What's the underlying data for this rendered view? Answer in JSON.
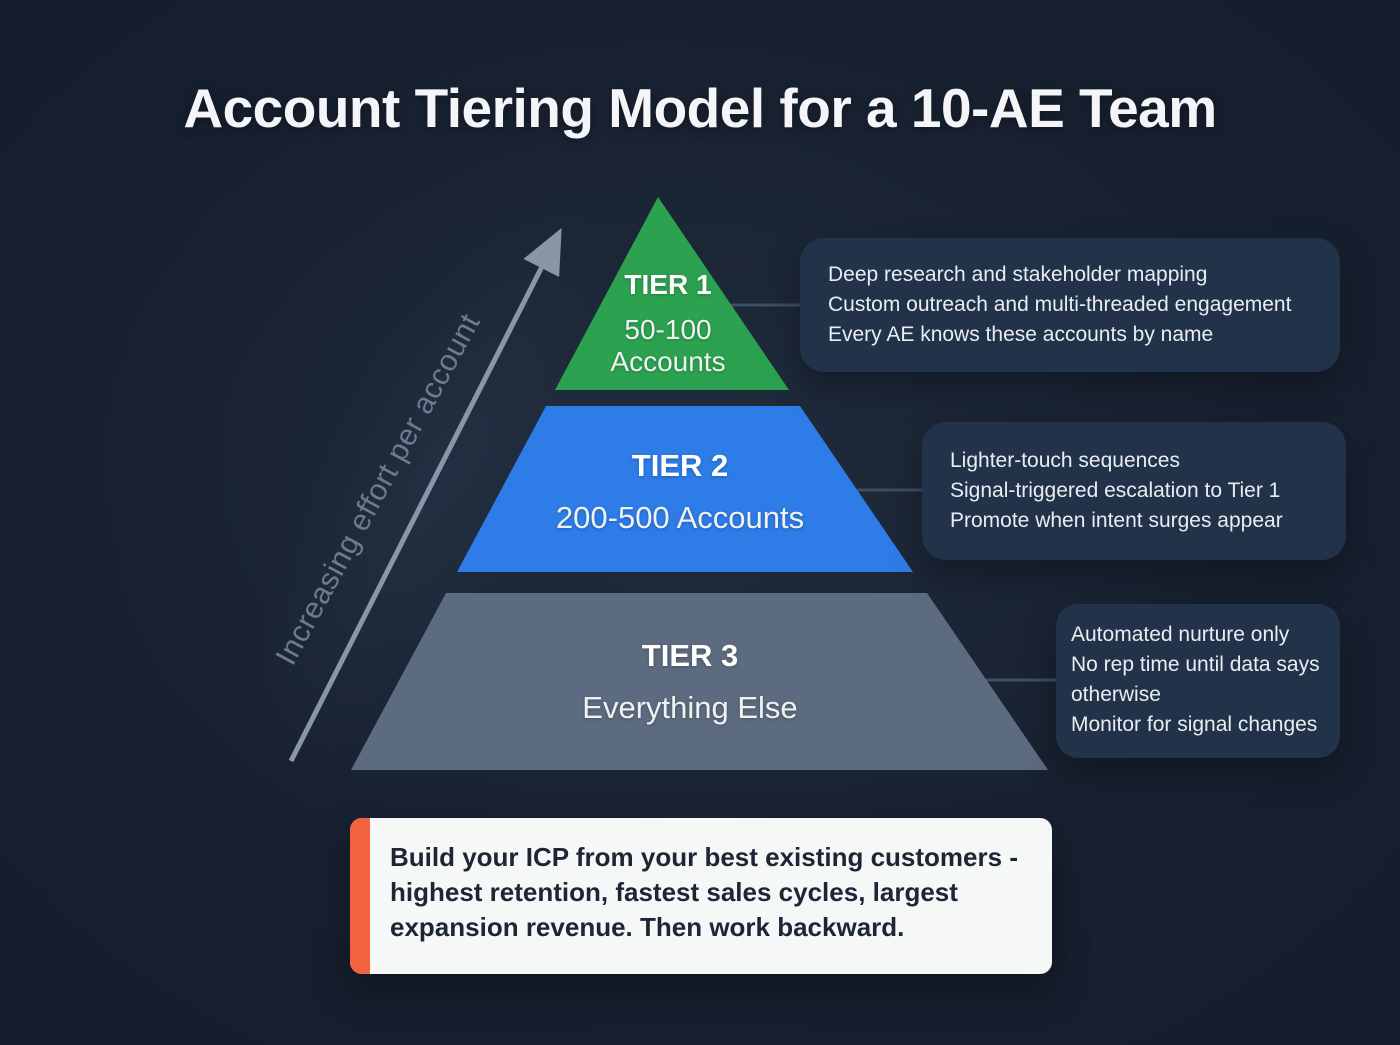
{
  "title": "Account Tiering Model for a 10-AE Team",
  "effort_axis": {
    "label": "Increasing effort per account"
  },
  "pyramid": {
    "tiers": [
      {
        "name": "TIER 1",
        "detail_lines": [
          "50-100",
          "Accounts"
        ],
        "color": "#2ca250"
      },
      {
        "name": "TIER 2",
        "detail_lines": [
          "200-500 Accounts"
        ],
        "color": "#2e7ce8"
      },
      {
        "name": "TIER 3",
        "detail_lines": [
          "Everything Else"
        ],
        "color": "#5d6b80"
      }
    ]
  },
  "callouts": [
    {
      "for_tier": "TIER 1",
      "lines": [
        "Deep research and stakeholder mapping",
        "Custom outreach and multi-threaded engagement",
        "Every AE knows these accounts by name"
      ]
    },
    {
      "for_tier": "TIER 2",
      "lines": [
        "Lighter-touch sequences",
        "Signal-triggered escalation to Tier 1",
        "Promote when intent surges appear"
      ]
    },
    {
      "for_tier": "TIER 3",
      "lines": [
        "Automated nurture only",
        "No rep time until data says otherwise",
        "Monitor for signal changes"
      ]
    }
  ],
  "footnote": {
    "lines": [
      "Build your ICP from your best existing customers -",
      "highest retention, fastest sales cycles, largest",
      "expansion revenue. Then work backward."
    ]
  },
  "colors": {
    "background": "#151e2d",
    "tier1_green": "#2ca250",
    "tier2_blue": "#2e7ce8",
    "tier3_gray": "#5d6b80",
    "callout_background": "#213249",
    "callout_text": "#e9edf3",
    "connector": "#3c4d66",
    "arrow": "#8a96a8",
    "axis_label_text": "#6e7a8d",
    "title_text": "#f3f5f8",
    "card_background": "#f6f7f7",
    "card_accent_orange": "#f2623c",
    "card_text": "#1d2635"
  }
}
